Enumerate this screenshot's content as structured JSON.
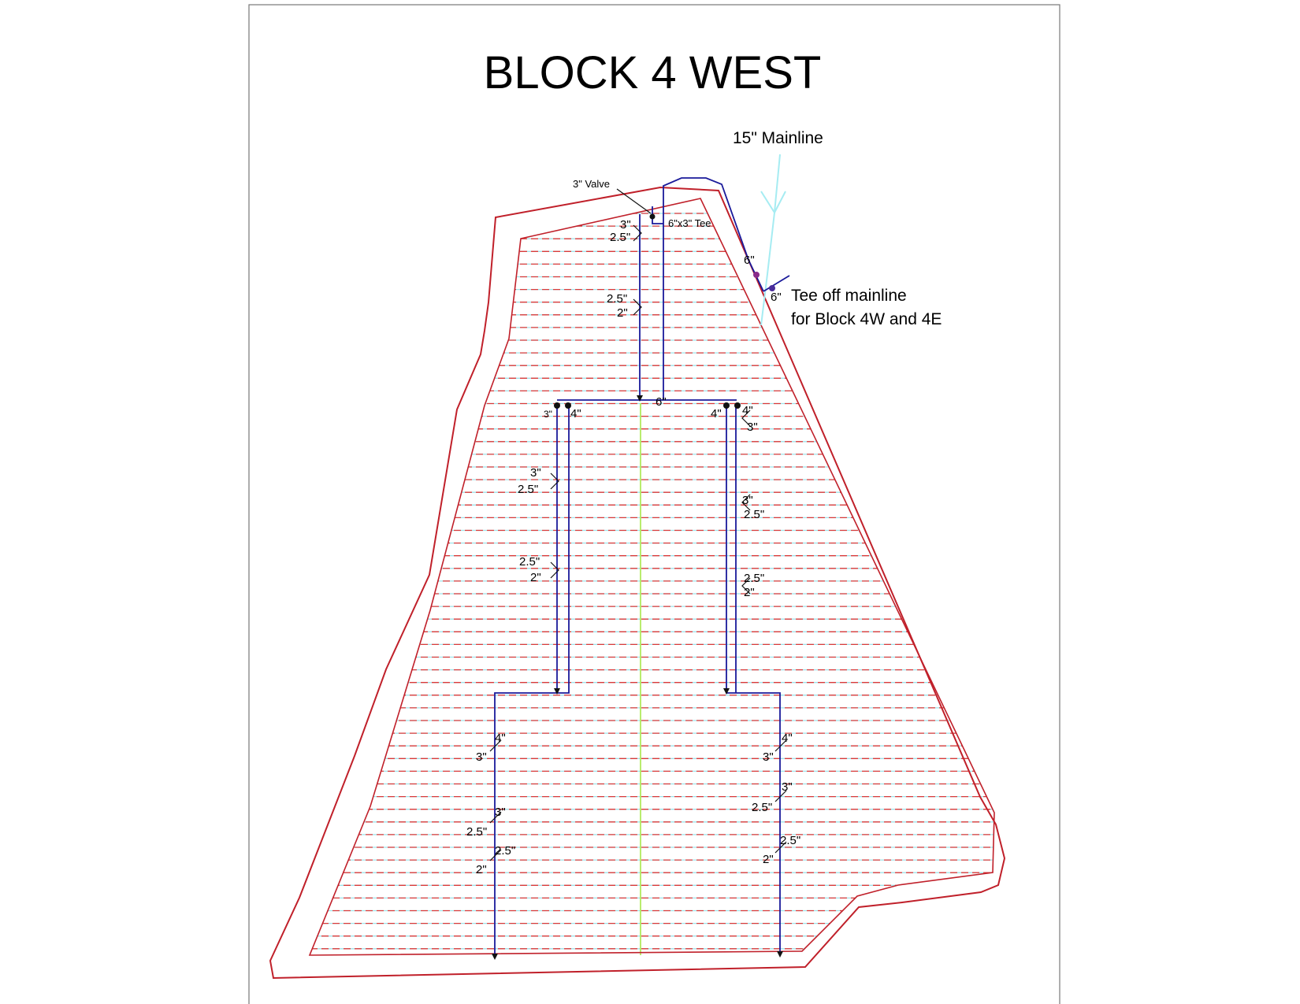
{
  "title": "BLOCK 4 WEST",
  "mainline_label": "15\" Mainline",
  "tee_label_line1": "Tee off mainline",
  "tee_label_line2": "for Block 4W and 4E",
  "valve_label": "3\" Valve",
  "tee_fitting_label": "6\"x3\" Tee",
  "colors": {
    "block_outline": "#c0202a",
    "lateral_red": "#d93a3a",
    "lateral_cyan": "#9fe3ea",
    "submain": "#1a1a9a",
    "mainline": "#a6ecf2",
    "center_line": "#a8e84a",
    "frame": "#777777"
  },
  "pipe_labels": {
    "main_top_a": "6\"",
    "main_top_b": "6\"",
    "header": "6\"",
    "valve_3": "3\"",
    "valve_25": "2.5\"",
    "upper_25": "2.5\"",
    "upper_2": "2\"",
    "left_3": "3\"",
    "left_4": "4\"",
    "right_4": "4\"",
    "right_4b": "4\"",
    "right_3": "3\"",
    "lmid_3": "3\"",
    "lmid_25": "2.5\"",
    "lmid2_25": "2.5\"",
    "lmid2_2": "2\"",
    "rmid_3": "3\"",
    "rmid_25": "2.5\"",
    "rmid2_25": "2.5\"",
    "rmid2_2": "2\"",
    "llow_4": "4\"",
    "llow_3": "3\"",
    "llow2_3": "3\"",
    "llow2_25": "2.5\"",
    "llow3_25": "2.5\"",
    "llow3_2": "2\"",
    "rlow_4": "4\"",
    "rlow_3": "3\"",
    "rlow2_3": "3\"",
    "rlow2_25": "2.5\"",
    "rlow3_25": "2.5\"",
    "rlow3_2": "2\""
  }
}
